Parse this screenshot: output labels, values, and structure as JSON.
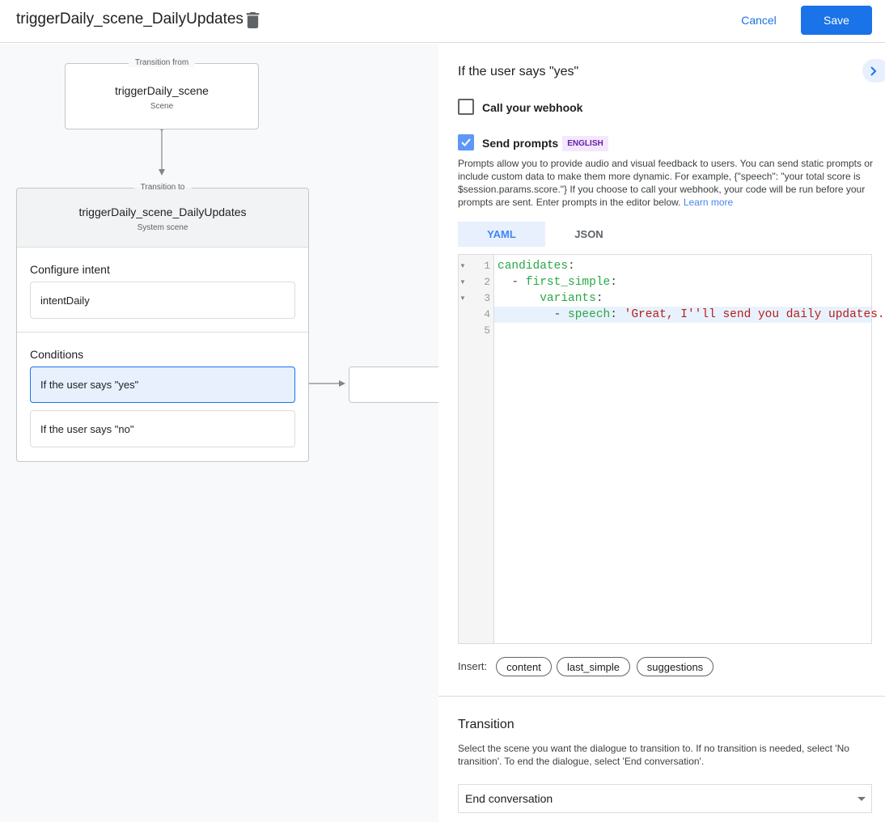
{
  "header": {
    "title": "triggerDaily_scene_DailyUpdates",
    "cancel_label": "Cancel",
    "save_label": "Save",
    "accent": "#1a73e8"
  },
  "canvas": {
    "from_node": {
      "legend": "Transition from",
      "title": "triggerDaily_scene",
      "subtitle": "Scene"
    },
    "to_node": {
      "legend": "Transition to",
      "title": "triggerDaily_scene_DailyUpdates",
      "subtitle": "System scene",
      "intent_label": "Configure intent",
      "intent": "intentDaily",
      "conditions_label": "Conditions",
      "conditions": [
        "If the user says \"yes\"",
        "If the user says \"no\""
      ]
    }
  },
  "panel": {
    "title": "If the user says \"yes\"",
    "webhook": {
      "label": "Call your webhook",
      "checked": false
    },
    "prompts": {
      "label": "Send prompts",
      "checked": true,
      "badge": "ENGLISH",
      "description": "Prompts allow you to provide audio and visual feedback to users. You can send static prompts or include custom data to make them more dynamic. For example, {\"speech\": \"your total score is $session.params.score.\"} If you choose to call your webhook, your code will be run before your prompts are sent. Enter prompts in the editor below.",
      "learn_more": "Learn more"
    },
    "tabs": [
      {
        "label": "YAML",
        "active": true
      },
      {
        "label": "JSON",
        "active": false
      }
    ],
    "editor": {
      "lines": [
        {
          "n": "1",
          "indent": "",
          "dash": "",
          "key": "candidates",
          "str": ""
        },
        {
          "n": "2",
          "indent": "  ",
          "dash": "- ",
          "key": "first_simple",
          "str": ""
        },
        {
          "n": "3",
          "indent": "      ",
          "dash": "",
          "key": "variants",
          "str": ""
        },
        {
          "n": "4",
          "indent": "        ",
          "dash": "- ",
          "key": "speech",
          "str": " 'Great, I''ll send you daily updates."
        },
        {
          "n": "5",
          "indent": "",
          "dash": "",
          "key": "",
          "str": ""
        }
      ]
    },
    "insert": {
      "label": "Insert:",
      "chips": [
        "content",
        "last_simple",
        "suggestions"
      ]
    },
    "transition": {
      "heading": "Transition",
      "description": "Select the scene you want the dialogue to transition to. If no transition is needed, select 'No transition'. To end the dialogue, select 'End conversation'.",
      "selected": "End conversation"
    }
  }
}
